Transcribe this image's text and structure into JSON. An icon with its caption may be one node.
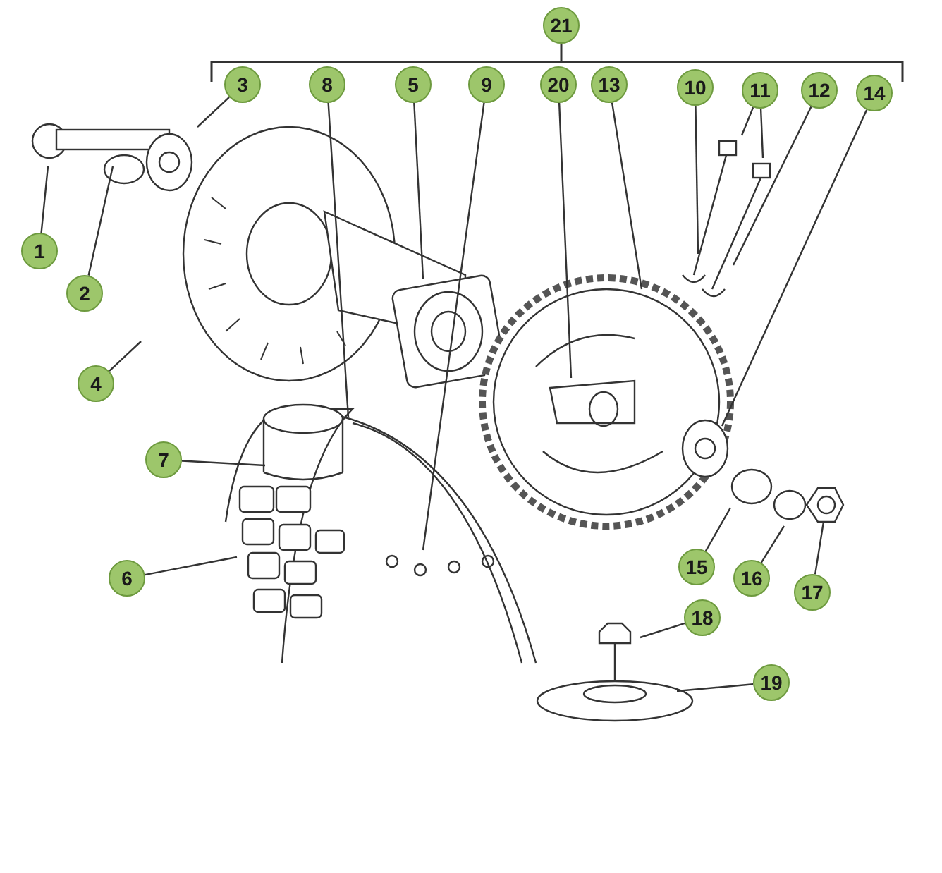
{
  "diagram": {
    "nodes": [
      {
        "text": [
          "21"
        ]
      },
      {
        "text": [
          "3"
        ]
      },
      {
        "text": [
          "8"
        ]
      },
      {
        "text": [
          "5"
        ]
      },
      {
        "text": [
          "9"
        ]
      },
      {
        "text": [
          "20"
        ]
      },
      {
        "text": [
          "13"
        ]
      },
      {
        "text": [
          "10"
        ]
      },
      {
        "text": [
          "11"
        ]
      },
      {
        "text": [
          "12"
        ]
      },
      {
        "text": [
          "14"
        ]
      },
      {
        "text": [
          "1"
        ]
      },
      {
        "text": [
          "2"
        ]
      },
      {
        "text": [
          "4"
        ]
      },
      {
        "text": [
          "7"
        ]
      },
      {
        "text": [
          "6"
        ]
      },
      {
        "text": [
          "15"
        ]
      },
      {
        "text": [
          "16"
        ]
      },
      {
        "text": [
          "17"
        ]
      },
      {
        "text": [
          "18"
        ]
      },
      {
        "text": [
          "19"
        ]
      }
    ],
    "edges": [
      {
        "from": 1,
        "to": null,
        "arrow": "none"
      },
      {
        "from": 2,
        "to": null,
        "arrow": "none"
      },
      {
        "from": 3,
        "to": null,
        "arrow": "none"
      },
      {
        "from": 4,
        "to": null,
        "arrow": "none"
      },
      {
        "from": 5,
        "to": null,
        "arrow": "none"
      },
      {
        "from": 6,
        "to": null,
        "arrow": "none"
      },
      {
        "from": 7,
        "to": null,
        "arrow": "none"
      },
      {
        "from": 8,
        "to": null,
        "arrow": "none"
      },
      {
        "from": 8,
        "to": null,
        "arrow": "none"
      },
      {
        "from": 9,
        "to": null,
        "arrow": "none"
      },
      {
        "from": 10,
        "to": null,
        "arrow": "none"
      },
      {
        "from": 11,
        "to": null,
        "arrow": "none"
      },
      {
        "from": 12,
        "to": null,
        "arrow": "none"
      },
      {
        "from": 13,
        "to": null,
        "arrow": "none"
      },
      {
        "from": 14,
        "to": null,
        "arrow": "none"
      },
      {
        "from": 15,
        "to": null,
        "arrow": "none"
      },
      {
        "from": 16,
        "to": null,
        "arrow": "none"
      },
      {
        "from": 17,
        "to": null,
        "arrow": "none"
      },
      {
        "from": 18,
        "to": null,
        "arrow": "none"
      },
      {
        "from": 19,
        "to": null,
        "arrow": "none"
      },
      {
        "from": 20,
        "to": null,
        "arrow": "none"
      }
    ]
  }
}
